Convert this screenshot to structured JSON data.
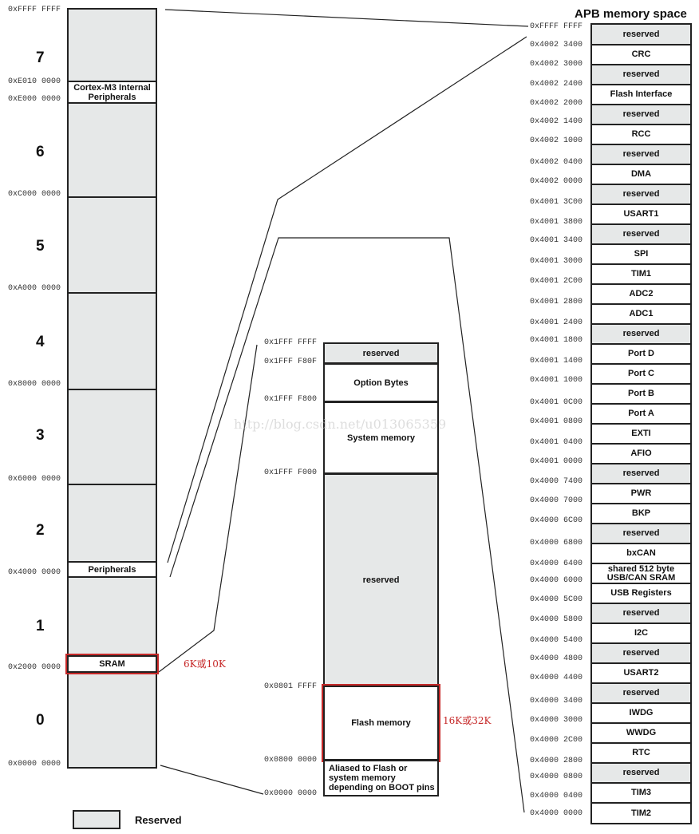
{
  "colors": {
    "reserved_fill": "#e6e8e8",
    "border": "#222222",
    "highlight": "#c62828"
  },
  "main_map": {
    "addresses": [
      "0xFFFF FFFF",
      "0xE010 0000",
      "0xE000 0000",
      "0xC000 0000",
      "0xA000 0000",
      "0x8000 0000",
      "0x6000 0000",
      "0x4000 0000",
      "0x2000 0000",
      "0x0000 0000"
    ],
    "regions": [
      "7",
      "6",
      "5",
      "4",
      "3",
      "2",
      "1",
      "0"
    ],
    "cortex_label": "Cortex-M3 Internal Peripherals",
    "peripherals_label": "Peripherals",
    "sram_label": "SRAM",
    "sram_note": "6K或10K"
  },
  "code_map": {
    "addresses": [
      "0x1FFF FFFF",
      "0x1FFF F80F",
      "0x1FFF F800",
      "0x1FFF F000",
      "0x0801 FFFF",
      "0x0800 0000",
      "0x0000 0000"
    ],
    "blocks": [
      "reserved",
      "Option Bytes",
      "System memory",
      "reserved",
      "Flash memory",
      "Aliased to Flash or system memory depending on BOOT pins"
    ],
    "flash_note": "16K或32K"
  },
  "apb": {
    "title": "APB memory space",
    "cells": [
      "reserved",
      "CRC",
      "reserved",
      "Flash Interface",
      "reserved",
      "RCC",
      "reserved",
      "DMA",
      "reserved",
      "USART1",
      "reserved",
      "SPI",
      "TIM1",
      "ADC2",
      "ADC1",
      "reserved",
      "Port D",
      "Port C",
      "Port B",
      "Port A",
      "EXTI",
      "AFIO",
      "reserved",
      "PWR",
      "BKP",
      "reserved",
      "bxCAN",
      "shared 512 byte USB/CAN SRAM",
      "USB Registers",
      "reserved",
      "I2C",
      "reserved",
      "USART2",
      "reserved",
      "IWDG",
      "WWDG",
      "RTC",
      "reserved",
      "TIM3",
      "TIM2"
    ],
    "addresses": [
      "0xFFFF FFFF",
      "0x4002 3400",
      "0x4002 3000",
      "0x4002 2400",
      "0x4002 2000",
      "0x4002 1400",
      "0x4002 1000",
      "0x4002 0400",
      "0x4002 0000",
      "0x4001 3C00",
      "0x4001 3800",
      "0x4001 3400",
      "0x4001 3000",
      "0x4001 2C00",
      "0x4001 2800",
      "0x4001 2400",
      "0x4001 1800",
      "0x4001 1400",
      "0x4001 1000",
      "0x4001 0C00",
      "0x4001 0800",
      "0x4001 0400",
      "0x4001 0000",
      "0x4000 7400",
      "0x4000 7000",
      "0x4000 6C00",
      "0x4000 6800",
      "0x4000 6400",
      "0x4000 6000",
      "0x4000 5C00",
      "0x4000 5800",
      "0x4000 5400",
      "0x4000 4800",
      "0x4000 4400",
      "0x4000 3400",
      "0x4000 3000",
      "0x4000 2C00",
      "0x4000 2800",
      "0x4000 0800",
      "0x4000 0400",
      "0x4000 0000"
    ]
  },
  "legend": {
    "label": "Reserved"
  },
  "watermark": "http://blog.csdn.net/u013065359"
}
